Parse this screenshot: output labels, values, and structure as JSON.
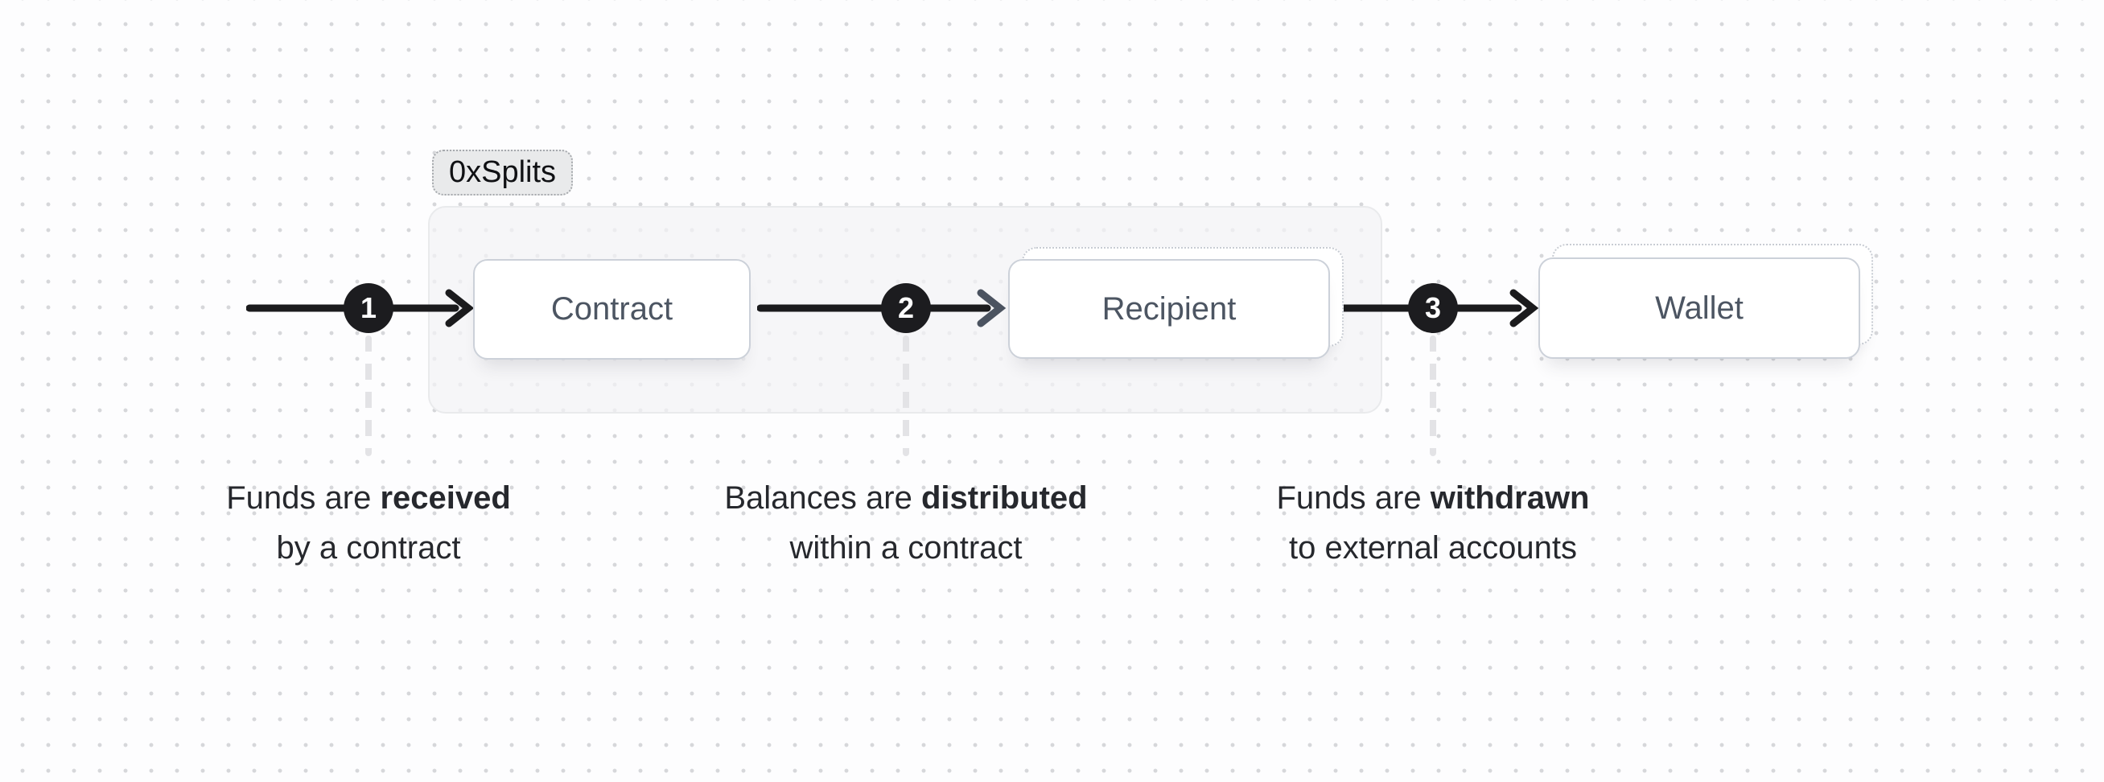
{
  "badge": {
    "label": "0xSplits"
  },
  "nodes": [
    {
      "label": "Contract"
    },
    {
      "label": "Recipient"
    },
    {
      "label": "Wallet"
    }
  ],
  "steps": [
    {
      "number": "1",
      "caption": {
        "prefix": "Funds are ",
        "bold": "received",
        "line2": "by a contract"
      }
    },
    {
      "number": "2",
      "caption": {
        "prefix": "Balances are ",
        "bold": "distributed",
        "line2": "within a contract"
      }
    },
    {
      "number": "3",
      "caption": {
        "prefix": "Funds are ",
        "bold": "withdrawn",
        "line2": "to external accounts"
      }
    }
  ],
  "colors": {
    "arrow": "#1b1b1d",
    "arrowhead_muted": "#4b5360",
    "circle_bg": "#1c1c1f",
    "node_text": "#4c5562",
    "caption_text": "#26282d",
    "badge_bg": "#e9eaeb",
    "container_bg": "#f3f3f5",
    "card_border": "#ccd1d9",
    "dot_grid": "#d6d7da",
    "dash_line": "#e3e3e6"
  }
}
